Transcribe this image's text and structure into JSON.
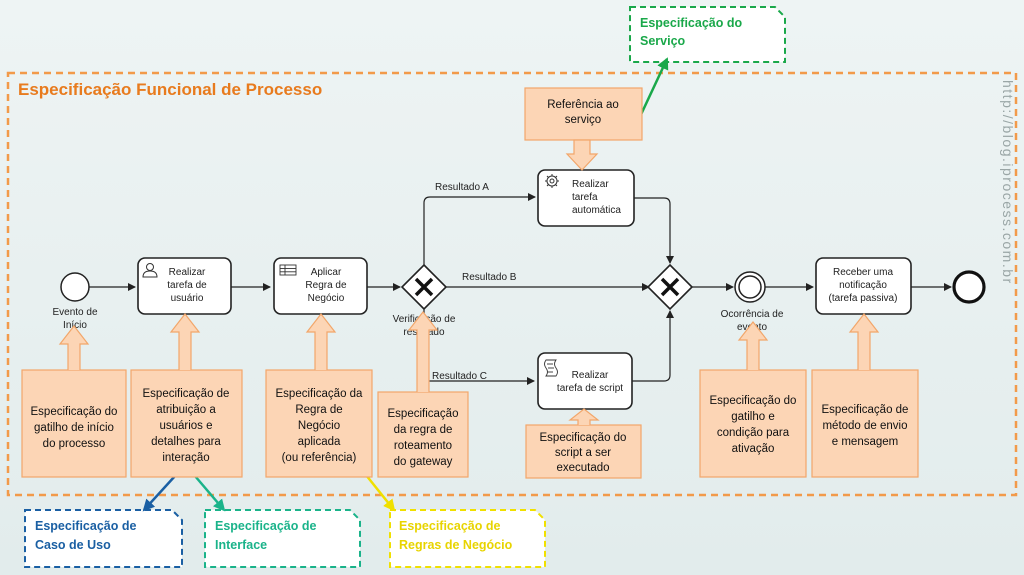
{
  "colors": {
    "process_border": "#f29a4a",
    "process_title": "#e87b1e",
    "note_fill": "#fcd5b5",
    "note_border": "#f2a66a",
    "green": "#1aa84a",
    "blue": "#1a5fa3",
    "teal": "#1ab38a",
    "yellow": "#f0e000"
  },
  "process": {
    "title": "Especificação Funcional de Processo"
  },
  "watermark": "http://blog.iprocess.com.br",
  "specs": {
    "servico": [
      "Especificação do",
      "Serviço"
    ],
    "caso_uso": [
      "Especificação de",
      "Caso de Uso"
    ],
    "interface": [
      "Especificação de",
      "Interface"
    ],
    "regras": [
      "Especificação de",
      "Regras de Negócio"
    ]
  },
  "events": {
    "start": [
      "Evento de",
      "Início"
    ],
    "intermediate": [
      "Ocorrência de",
      "evento"
    ]
  },
  "gateways": {
    "verification": [
      "Verificação de",
      "resultado"
    ]
  },
  "flows": {
    "a": "Resultado A",
    "b": "Resultado B",
    "c": "Resultado C"
  },
  "tasks": {
    "user": [
      "Realizar",
      "tarefa de",
      "usuário"
    ],
    "rule": [
      "Aplicar",
      "Regra de",
      "Negócio"
    ],
    "auto": [
      "Realizar",
      "tarefa",
      "automática"
    ],
    "script": [
      "Realizar",
      "tarefa de script"
    ],
    "receive": [
      "Receber uma",
      "notificação",
      "(tarefa passiva)"
    ]
  },
  "notes": {
    "servico_ref": [
      "Referência ao",
      "serviço"
    ],
    "gatilho_inicio": [
      "Especificação do",
      "gatilho de início",
      "do processo"
    ],
    "atribuicao": [
      "Especificação de",
      "atribuição a",
      "usuários e",
      "detalhes para",
      "interação"
    ],
    "regra_negocio": [
      "Especificação da",
      "Regra de",
      "Negócio",
      "aplicada",
      "(ou referência)"
    ],
    "roteamento": [
      "Especificação",
      "da regra de",
      "roteamento",
      "do gateway"
    ],
    "script": [
      "Especificação do",
      "script a ser",
      "executado"
    ],
    "gatilho_ativacao": [
      "Especificação do",
      "gatilho e",
      "condição para",
      "ativação"
    ],
    "envio": [
      "Especificação de",
      "método de envio",
      "e mensagem"
    ]
  }
}
